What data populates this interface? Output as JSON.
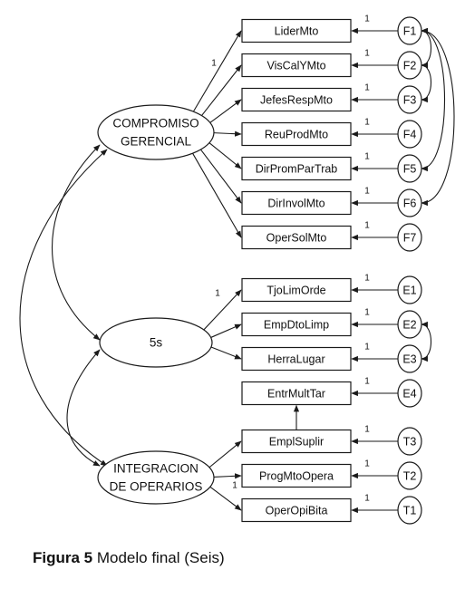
{
  "latents": {
    "compromiso": [
      "COMPROMISO",
      "GERENCIAL"
    ],
    "cinco_s": [
      "5s"
    ],
    "integracion": [
      "INTEGRACION",
      "DE OPERARIOS"
    ]
  },
  "indicators": {
    "compromiso": [
      "LiderMto",
      "VisCalYMto",
      "JefesRespMto",
      "ReuProdMto",
      "DirPromParTrab",
      "DirInvolMto",
      "OperSolMto"
    ],
    "cinco_s": [
      "TjoLimOrde",
      "EmpDtoLimp",
      "HerraLugar",
      "EntrMultTar"
    ],
    "integracion": [
      "EmplSuplir",
      "ProgMtoOpera",
      "OperOpiBita"
    ]
  },
  "errors": {
    "compromiso": [
      "F1",
      "F2",
      "F3",
      "F4",
      "F5",
      "F6",
      "F7"
    ],
    "cinco_s": [
      "E1",
      "E2",
      "E3",
      "E4"
    ],
    "integracion": [
      "T3",
      "T2",
      "T1"
    ]
  },
  "fixed_loading_label": "1",
  "caption": {
    "bold": "Figura 5",
    "text": " Modelo final (Seis)"
  }
}
